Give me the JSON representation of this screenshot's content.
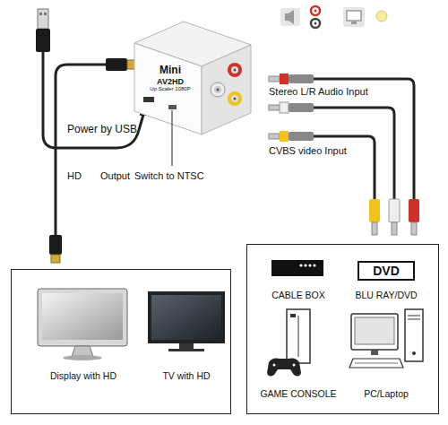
{
  "diagram": {
    "nodes": [
      {
        "text": [
          "Mini",
          "AV2HD",
          "Up Scaler 1080P"
        ]
      },
      {
        "text": [
          "Display with HD",
          "TV with HD"
        ]
      },
      {
        "text": [
          "CABLE BOX",
          "BLU RAY/DVD",
          "GAME CONSOLE",
          "PC/Laptop"
        ]
      },
      {
        "text": [
          "DVD"
        ],
        "in": 2
      }
    ],
    "labels": [
      "Power by USB",
      "HD",
      "Output",
      "Switch to NTSC",
      "Stereo L/R Audio Input",
      "CVBS video Input"
    ]
  }
}
